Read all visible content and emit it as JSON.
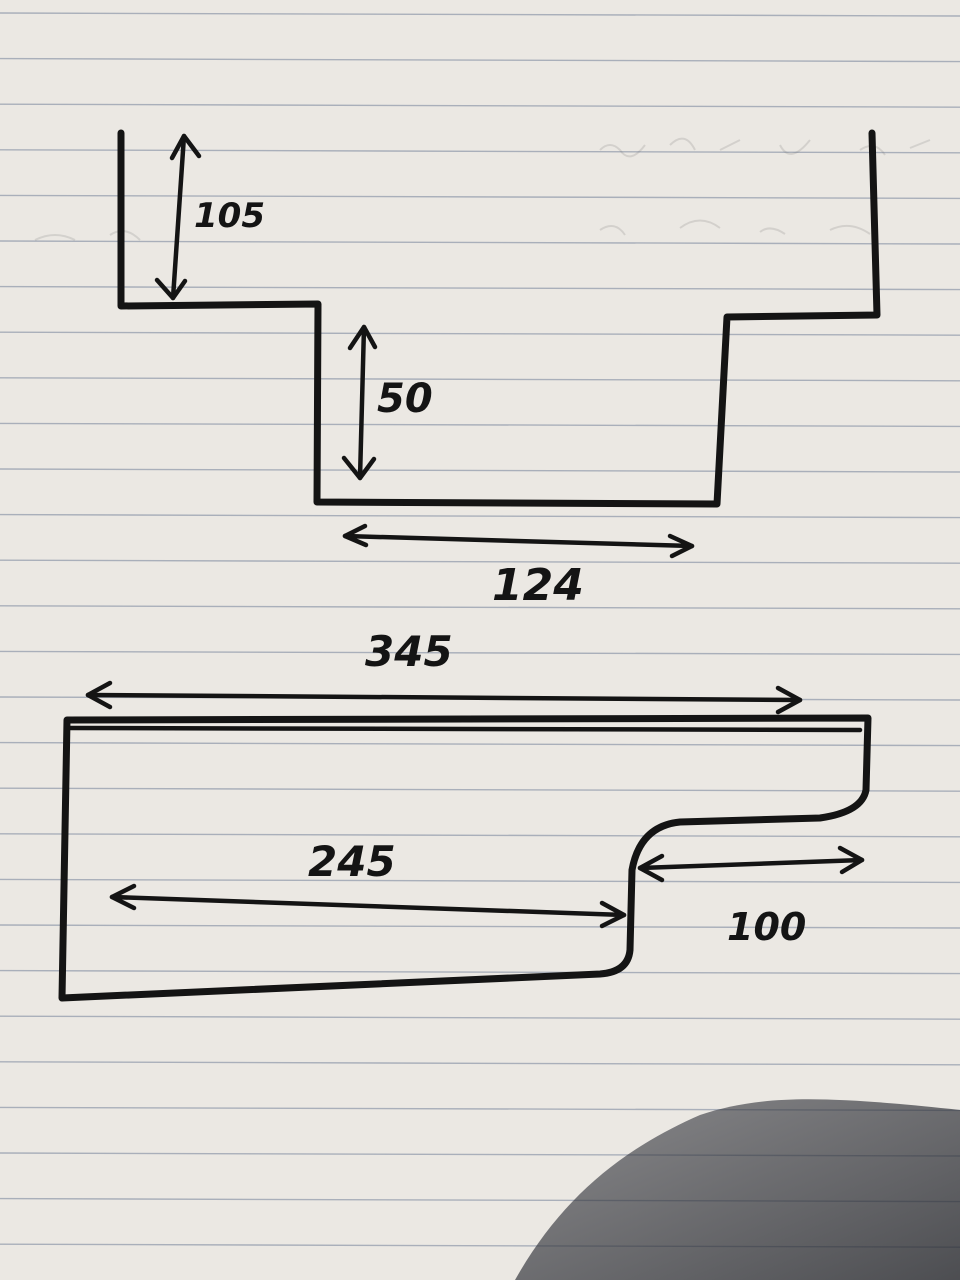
{
  "paper": {
    "background": "#e9e6e1",
    "rule_color": "#a9afba",
    "ink_color": "#141414",
    "shadow_color": "#2f3138"
  },
  "top_profile": {
    "dimensions": {
      "side_height": "105",
      "slot_depth": "50",
      "slot_width": "124"
    }
  },
  "bottom_profile": {
    "dimensions": {
      "total_length": "345",
      "inner_length": "245",
      "step_length": "100"
    }
  }
}
